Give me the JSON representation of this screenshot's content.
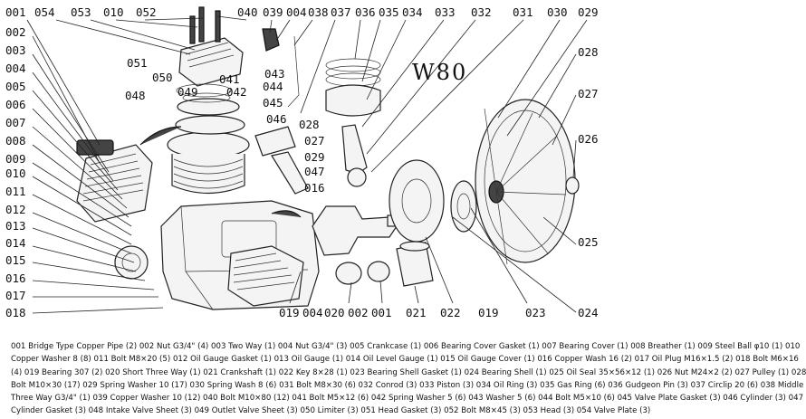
{
  "model": "W80",
  "top_labels": [
    "001",
    "054",
    "053",
    "010",
    "052",
    "040",
    "039",
    "004",
    "038",
    "037",
    "036",
    "035",
    "034",
    "033",
    "032",
    "031",
    "030",
    "029"
  ],
  "left_labels": [
    "002",
    "003",
    "004",
    "005",
    "006",
    "007",
    "008",
    "009",
    "010",
    "011",
    "012",
    "013",
    "014",
    "015",
    "016",
    "017",
    "018"
  ],
  "right_labels": [
    "028",
    "027",
    "026",
    "025",
    "024"
  ],
  "bottom_labels": [
    "019",
    "004",
    "020",
    "002",
    "001",
    "021",
    "022",
    "019",
    "023"
  ],
  "center_labels": [
    "051",
    "050",
    "041",
    "049",
    "042",
    "048",
    "043",
    "044",
    "045",
    "046",
    "028",
    "027",
    "029",
    "047",
    "016"
  ],
  "legend_lines": [
    "001 Bridge Type Copper Pipe (2) 002 Nut G3/4\" (4) 003 Two Way (1) 004 Nut G3/4\" (3) 005 Crankcase (1) 006 Bearing Cover Gasket (1) 007 Bearing Cover (1) 008 Breather (1) 009 Steel Ball φ10 (1) 010",
    "Copper Washer 8 (8) 011 Bolt M8×20 (5) 012 Oil Gauge Gasket (1) 013 Oil Gauge (1) 014 Oil Level Gauge (1) 015 Oil Gauge Cover (1) 016 Copper Wash 16 (2) 017 Oil Plug M16×1.5 (2) 018 Bolt M6×16",
    "(4) 019 Bearing 307 (2) 020 Short Three Way (1) 021 Crankshaft (1) 022 Key 8×28 (1) 023 Bearing Shell Gasket (1) 024 Bearing Shell (1) 025 Oil Seal 35×56×12 (1) 026 Nut M24×2 (2) 027 Pulley (1) 028",
    "Bolt M10×30 (17) 029 Spring Washer 10 (17) 030 Spring Wash 8 (6) 031 Bolt M8×30 (6) 032 Conrod (3) 033 Piston (3) 034 Oil Ring (3) 035 Gas Ring (6) 036 Gudgeon Pin (3) 037 Circlip 20 (6) 038 Middle",
    "Three Way G3/4\" (1) 039 Copper Washer 10 (12) 040 Bolt M10×80 (12) 041 Bolt M5×12 (6) 042 Spring Washer 5 (6) 043 Washer 5 (6) 044 Bolt M5×10 (6) 045 Valve Plate Gasket (3) 046 Cylinder (3) 047",
    "Cylinder Gasket (3) 048 Intake Valve Sheet (3) 049 Outlet Valve Sheet (3) 050 Limiter (3) 051 Head Gasket (3) 052 Bolt M8×45 (3) 053 Head (3) 054 Valve Plate (3)"
  ]
}
